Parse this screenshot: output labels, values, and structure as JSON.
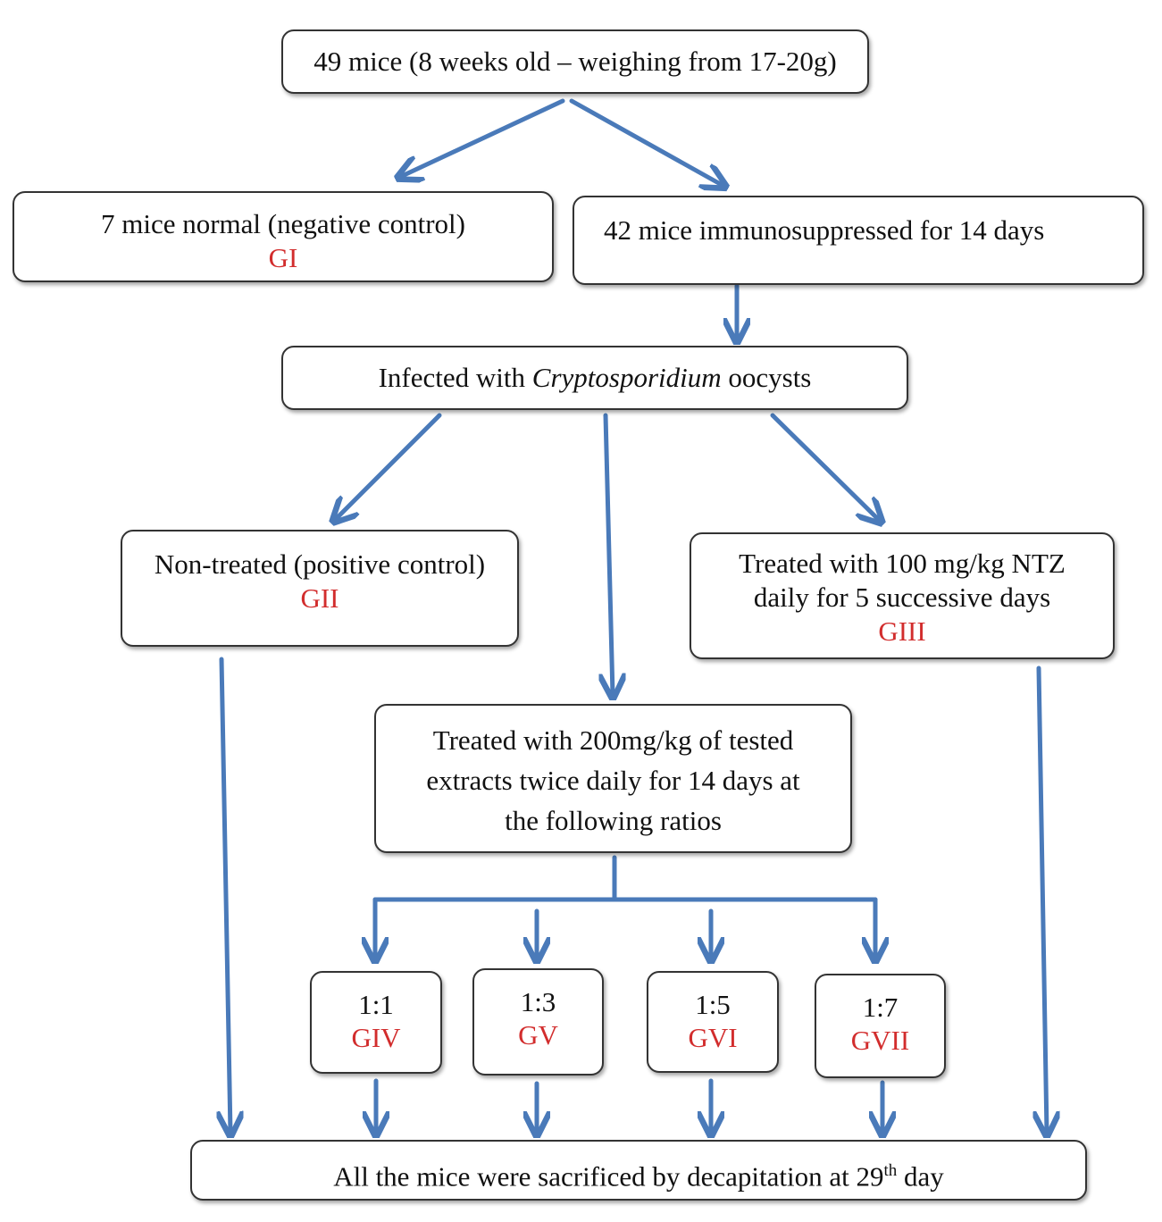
{
  "colors": {
    "arrow": "#4a7ab9",
    "group_label": "#d22d2d",
    "box_border": "#333333"
  },
  "start": {
    "text": "49 mice (8 weeks old – weighing from 17-20g)"
  },
  "normal": {
    "text": "7 mice normal (negative control)",
    "group": "GI"
  },
  "immuno": {
    "text": "42 mice immunosuppressed for 14 days"
  },
  "infected": {
    "prefix": "Infected with ",
    "organism": "Cryptosporidium",
    "suffix": " oocysts"
  },
  "nontreated": {
    "text": "Non-treated (positive control)",
    "group": "GII"
  },
  "ntz": {
    "line1": "Treated with 100 mg/kg NTZ",
    "line2": "daily for 5 successive days",
    "group": "GIII"
  },
  "extracts": {
    "line1": "Treated with 200mg/kg of tested",
    "line2": "extracts twice daily for 14 days at",
    "line3": "the following ratios"
  },
  "ratios": [
    {
      "ratio": "1:1",
      "group": "GIV"
    },
    {
      "ratio": "1:3",
      "group": "GV"
    },
    {
      "ratio": "1:5",
      "group": "GVI"
    },
    {
      "ratio": "1:7",
      "group": "GVII"
    }
  ],
  "final": {
    "prefix": "All the mice were sacrificed by decapitation at 29",
    "sup": "th",
    "suffix": " day"
  }
}
